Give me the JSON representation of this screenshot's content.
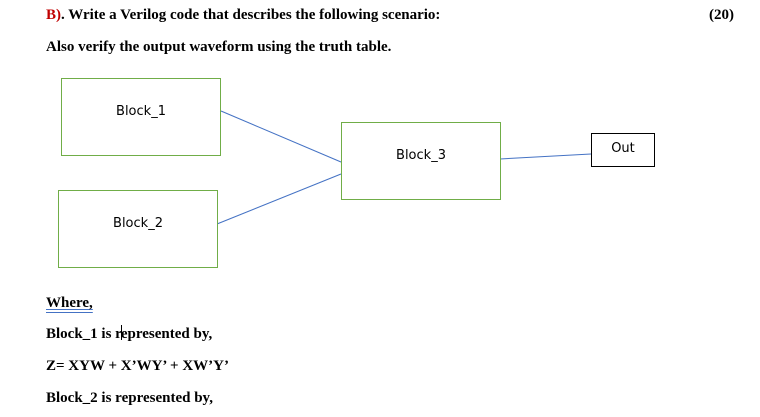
{
  "question": {
    "label": "B)",
    "text": ". Write a Verilog code that describes the following scenario:",
    "marks": "(20)",
    "subtext": "Also verify the output waveform using the truth table."
  },
  "diagram": {
    "block1": "Block_1",
    "block2": "Block_2",
    "block3": "Block_3",
    "out": "Out",
    "box_border_color": "#70ad47",
    "line_color": "#4472c4"
  },
  "definitions": {
    "where": "Where,",
    "block1_intro_a": "Block_1 is r",
    "block1_intro_b": "epresented by,",
    "equation1": "Z= XYW + X’WY’ + XW’Y’",
    "block2_intro": "Block_2 is represented by,"
  }
}
